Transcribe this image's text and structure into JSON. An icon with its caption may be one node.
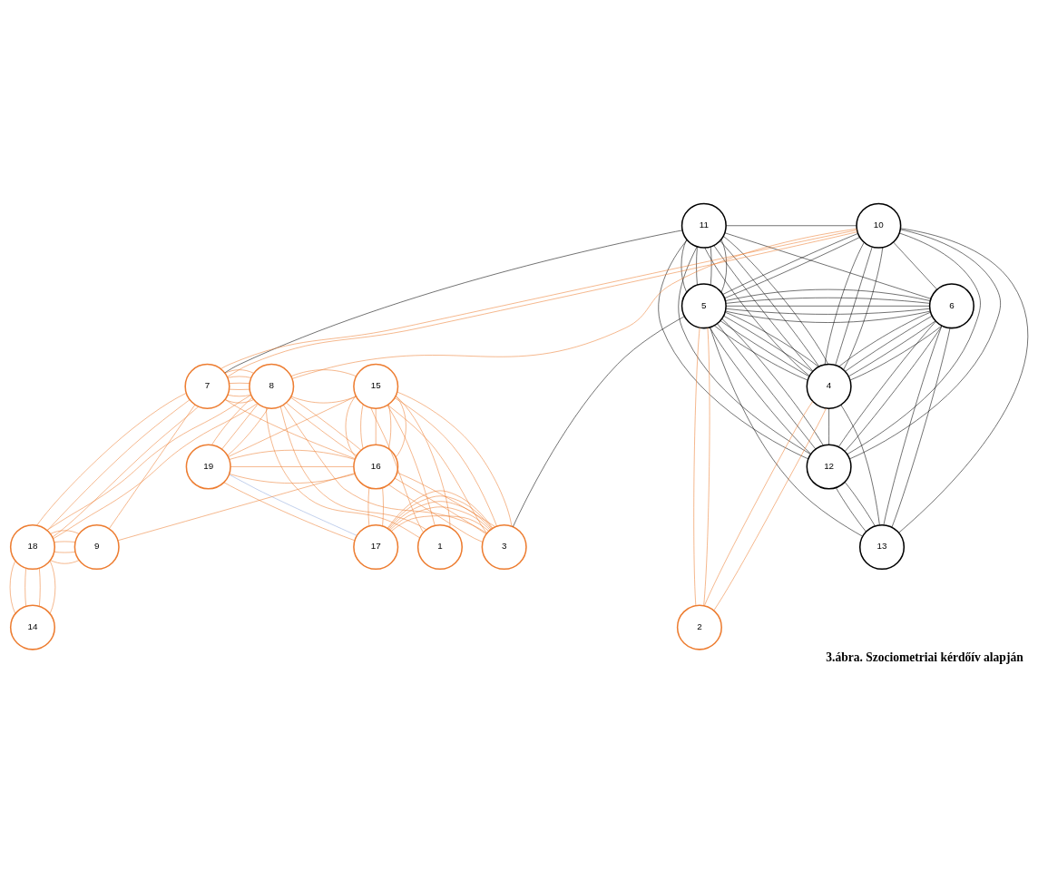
{
  "diagram": {
    "caption": "3.ábra. Szociometriai kérdőív alapján",
    "nodes": [
      {
        "text": [
          "11"
        ]
      },
      {
        "text": [
          "10"
        ]
      },
      {
        "text": [
          "7"
        ]
      },
      {
        "text": [
          "8"
        ]
      },
      {
        "text": [
          "15"
        ]
      },
      {
        "text": [
          "5"
        ]
      },
      {
        "text": [
          "6"
        ]
      },
      {
        "text": [
          "19"
        ]
      },
      {
        "text": [
          "12"
        ]
      },
      {
        "text": [
          "16"
        ]
      },
      {
        "text": [
          "4"
        ]
      },
      {
        "text": [
          "17"
        ]
      },
      {
        "text": [
          "3"
        ]
      },
      {
        "text": [
          "1"
        ]
      },
      {
        "text": [
          "13"
        ]
      },
      {
        "text": [
          "18"
        ]
      },
      {
        "text": [
          "9"
        ]
      },
      {
        "text": [
          "2"
        ]
      },
      {
        "text": [
          "14"
        ]
      }
    ],
    "edges": [
      {
        "from": 0,
        "to": 1,
        "arrow": "none",
        "color": "#000000"
      },
      {
        "from": 0,
        "to": 2,
        "arrow": "none",
        "color": "#000000"
      },
      {
        "from": 0,
        "to": 5,
        "arrow": "none",
        "color": "#000000"
      },
      {
        "from": 0,
        "to": 5,
        "arrow": "none",
        "color": "#000000"
      },
      {
        "from": 0,
        "to": 5,
        "arrow": "none",
        "color": "#000000"
      },
      {
        "from": 0,
        "to": 5,
        "arrow": "none",
        "color": "#000000"
      },
      {
        "from": 0,
        "to": 10,
        "arrow": "none",
        "color": "#000000"
      },
      {
        "from": 0,
        "to": 10,
        "arrow": "none",
        "color": "#000000"
      },
      {
        "from": 0,
        "to": 10,
        "arrow": "none",
        "color": "#000000"
      },
      {
        "from": 0,
        "to": 10,
        "arrow": "none",
        "color": "#000000"
      },
      {
        "from": 0,
        "to": 6,
        "arrow": "none",
        "color": "#000000"
      },
      {
        "from": 0,
        "to": 8,
        "arrow": "none",
        "color": "#000000"
      },
      {
        "from": 0,
        "to": 8,
        "arrow": "none",
        "color": "#000000"
      },
      {
        "from": 5,
        "to": 1,
        "arrow": "none",
        "color": "#000000"
      },
      {
        "from": 5,
        "to": 1,
        "arrow": "none",
        "color": "#000000"
      },
      {
        "from": 5,
        "to": 6,
        "arrow": "none",
        "color": "#000000"
      },
      {
        "from": 5,
        "to": 6,
        "arrow": "none",
        "color": "#000000"
      },
      {
        "from": 5,
        "to": 6,
        "arrow": "none",
        "color": "#000000"
      },
      {
        "from": 5,
        "to": 6,
        "arrow": "none",
        "color": "#000000"
      },
      {
        "from": 5,
        "to": 6,
        "arrow": "none",
        "color": "#000000"
      },
      {
        "from": 5,
        "to": 8,
        "arrow": "none",
        "color": "#000000"
      },
      {
        "from": 5,
        "to": 8,
        "arrow": "none",
        "color": "#000000"
      },
      {
        "from": 5,
        "to": 8,
        "arrow": "none",
        "color": "#000000"
      },
      {
        "from": 5,
        "to": 10,
        "arrow": "none",
        "color": "#000000"
      },
      {
        "from": 5,
        "to": 10,
        "arrow": "none",
        "color": "#000000"
      },
      {
        "from": 5,
        "to": 10,
        "arrow": "none",
        "color": "#000000"
      },
      {
        "from": 5,
        "to": 10,
        "arrow": "none",
        "color": "#000000"
      },
      {
        "from": 5,
        "to": 14,
        "arrow": "none",
        "color": "#000000"
      },
      {
        "from": 5,
        "to": 12,
        "arrow": "none",
        "color": "#000000"
      },
      {
        "from": 6,
        "to": 1,
        "arrow": "none",
        "color": "#000000"
      },
      {
        "from": 6,
        "to": 8,
        "arrow": "none",
        "color": "#000000"
      },
      {
        "from": 6,
        "to": 8,
        "arrow": "none",
        "color": "#000000"
      },
      {
        "from": 6,
        "to": 10,
        "arrow": "none",
        "color": "#000000"
      },
      {
        "from": 6,
        "to": 10,
        "arrow": "none",
        "color": "#000000"
      },
      {
        "from": 6,
        "to": 10,
        "arrow": "none",
        "color": "#000000"
      },
      {
        "from": 6,
        "to": 10,
        "arrow": "none",
        "color": "#000000"
      },
      {
        "from": 6,
        "to": 14,
        "arrow": "none",
        "color": "#000000"
      },
      {
        "from": 6,
        "to": 14,
        "arrow": "none",
        "color": "#000000"
      },
      {
        "from": 10,
        "to": 1,
        "arrow": "none",
        "color": "#000000"
      },
      {
        "from": 10,
        "to": 1,
        "arrow": "none",
        "color": "#000000"
      },
      {
        "from": 10,
        "to": 1,
        "arrow": "none",
        "color": "#000000"
      },
      {
        "from": 10,
        "to": 8,
        "arrow": "none",
        "color": "#000000"
      },
      {
        "from": 10,
        "to": 14,
        "arrow": "none",
        "color": "#000000"
      },
      {
        "from": 8,
        "to": 1,
        "arrow": "none",
        "color": "#000000"
      },
      {
        "from": 8,
        "to": 1,
        "arrow": "none",
        "color": "#000000"
      },
      {
        "from": 8,
        "to": 14,
        "arrow": "none",
        "color": "#000000"
      },
      {
        "from": 8,
        "to": 14,
        "arrow": "none",
        "color": "#000000"
      },
      {
        "from": 14,
        "to": 1,
        "arrow": "none",
        "color": "#000000"
      },
      {
        "from": 1,
        "to": 3,
        "arrow": "none"
      },
      {
        "from": 2,
        "to": 1,
        "arrow": "none"
      },
      {
        "from": 2,
        "to": 1,
        "arrow": "none"
      },
      {
        "from": 2,
        "to": 3,
        "arrow": "none"
      },
      {
        "from": 2,
        "to": 3,
        "arrow": "none"
      },
      {
        "from": 2,
        "to": 3,
        "arrow": "none"
      },
      {
        "from": 2,
        "to": 3,
        "arrow": "none"
      },
      {
        "from": 2,
        "to": 3,
        "arrow": "none"
      },
      {
        "from": 2,
        "to": 3,
        "arrow": "none"
      },
      {
        "from": 2,
        "to": 15,
        "arrow": "none"
      },
      {
        "from": 2,
        "to": 15,
        "arrow": "none"
      },
      {
        "from": 2,
        "to": 15,
        "arrow": "none"
      },
      {
        "from": 2,
        "to": 16,
        "arrow": "none"
      },
      {
        "from": 2,
        "to": 9,
        "arrow": "none"
      },
      {
        "from": 3,
        "to": 4,
        "arrow": "none"
      },
      {
        "from": 3,
        "to": 4,
        "arrow": "none"
      },
      {
        "from": 3,
        "to": 7,
        "arrow": "none"
      },
      {
        "from": 3,
        "to": 7,
        "arrow": "none"
      },
      {
        "from": 3,
        "to": 7,
        "arrow": "none"
      },
      {
        "from": 3,
        "to": 9,
        "arrow": "none"
      },
      {
        "from": 3,
        "to": 9,
        "arrow": "none"
      },
      {
        "from": 3,
        "to": 13,
        "arrow": "none"
      },
      {
        "from": 3,
        "to": 13,
        "arrow": "none"
      },
      {
        "from": 3,
        "to": 12,
        "arrow": "none"
      },
      {
        "from": 3,
        "to": 15,
        "arrow": "none"
      },
      {
        "from": 3,
        "to": 15,
        "arrow": "none"
      },
      {
        "from": 4,
        "to": 9,
        "arrow": "none"
      },
      {
        "from": 4,
        "to": 9,
        "arrow": "none"
      },
      {
        "from": 4,
        "to": 9,
        "arrow": "none"
      },
      {
        "from": 4,
        "to": 9,
        "arrow": "none"
      },
      {
        "from": 4,
        "to": 9,
        "arrow": "none"
      },
      {
        "from": 4,
        "to": 12,
        "arrow": "none"
      },
      {
        "from": 4,
        "to": 12,
        "arrow": "none"
      },
      {
        "from": 4,
        "to": 12,
        "arrow": "none"
      },
      {
        "from": 4,
        "to": 13,
        "arrow": "none"
      },
      {
        "from": 4,
        "to": 13,
        "arrow": "none"
      },
      {
        "from": 4,
        "to": 13,
        "arrow": "none"
      },
      {
        "from": 4,
        "to": 7,
        "arrow": "none"
      },
      {
        "from": 7,
        "to": 9,
        "arrow": "none"
      },
      {
        "from": 7,
        "to": 9,
        "arrow": "none"
      },
      {
        "from": 7,
        "to": 9,
        "arrow": "none"
      },
      {
        "from": 7,
        "to": 11,
        "arrow": "none"
      },
      {
        "from": 7,
        "to": 11,
        "arrow": "none",
        "color": "#8faadc"
      },
      {
        "from": 9,
        "to": 11,
        "arrow": "none"
      },
      {
        "from": 9,
        "to": 11,
        "arrow": "none"
      },
      {
        "from": 9,
        "to": 12,
        "arrow": "none"
      },
      {
        "from": 9,
        "to": 12,
        "arrow": "none"
      },
      {
        "from": 9,
        "to": 12,
        "arrow": "none"
      },
      {
        "from": 9,
        "to": 16,
        "arrow": "none"
      },
      {
        "from": 11,
        "to": 12,
        "arrow": "none"
      },
      {
        "from": 11,
        "to": 12,
        "arrow": "none"
      },
      {
        "from": 11,
        "to": 12,
        "arrow": "none"
      },
      {
        "from": 11,
        "to": 12,
        "arrow": "none"
      },
      {
        "from": 11,
        "to": 12,
        "arrow": "none"
      },
      {
        "from": 15,
        "to": 16,
        "arrow": "none"
      },
      {
        "from": 15,
        "to": 16,
        "arrow": "none"
      },
      {
        "from": 15,
        "to": 16,
        "arrow": "none"
      },
      {
        "from": 15,
        "to": 16,
        "arrow": "none"
      },
      {
        "from": 15,
        "to": 18,
        "arrow": "none"
      },
      {
        "from": 15,
        "to": 18,
        "arrow": "none"
      },
      {
        "from": 15,
        "to": 18,
        "arrow": "none"
      },
      {
        "from": 15,
        "to": 18,
        "arrow": "none"
      },
      {
        "from": 5,
        "to": 17,
        "arrow": "none"
      },
      {
        "from": 5,
        "to": 17,
        "arrow": "none"
      },
      {
        "from": 10,
        "to": 17,
        "arrow": "none"
      },
      {
        "from": 10,
        "to": 17,
        "arrow": "none"
      }
    ]
  }
}
